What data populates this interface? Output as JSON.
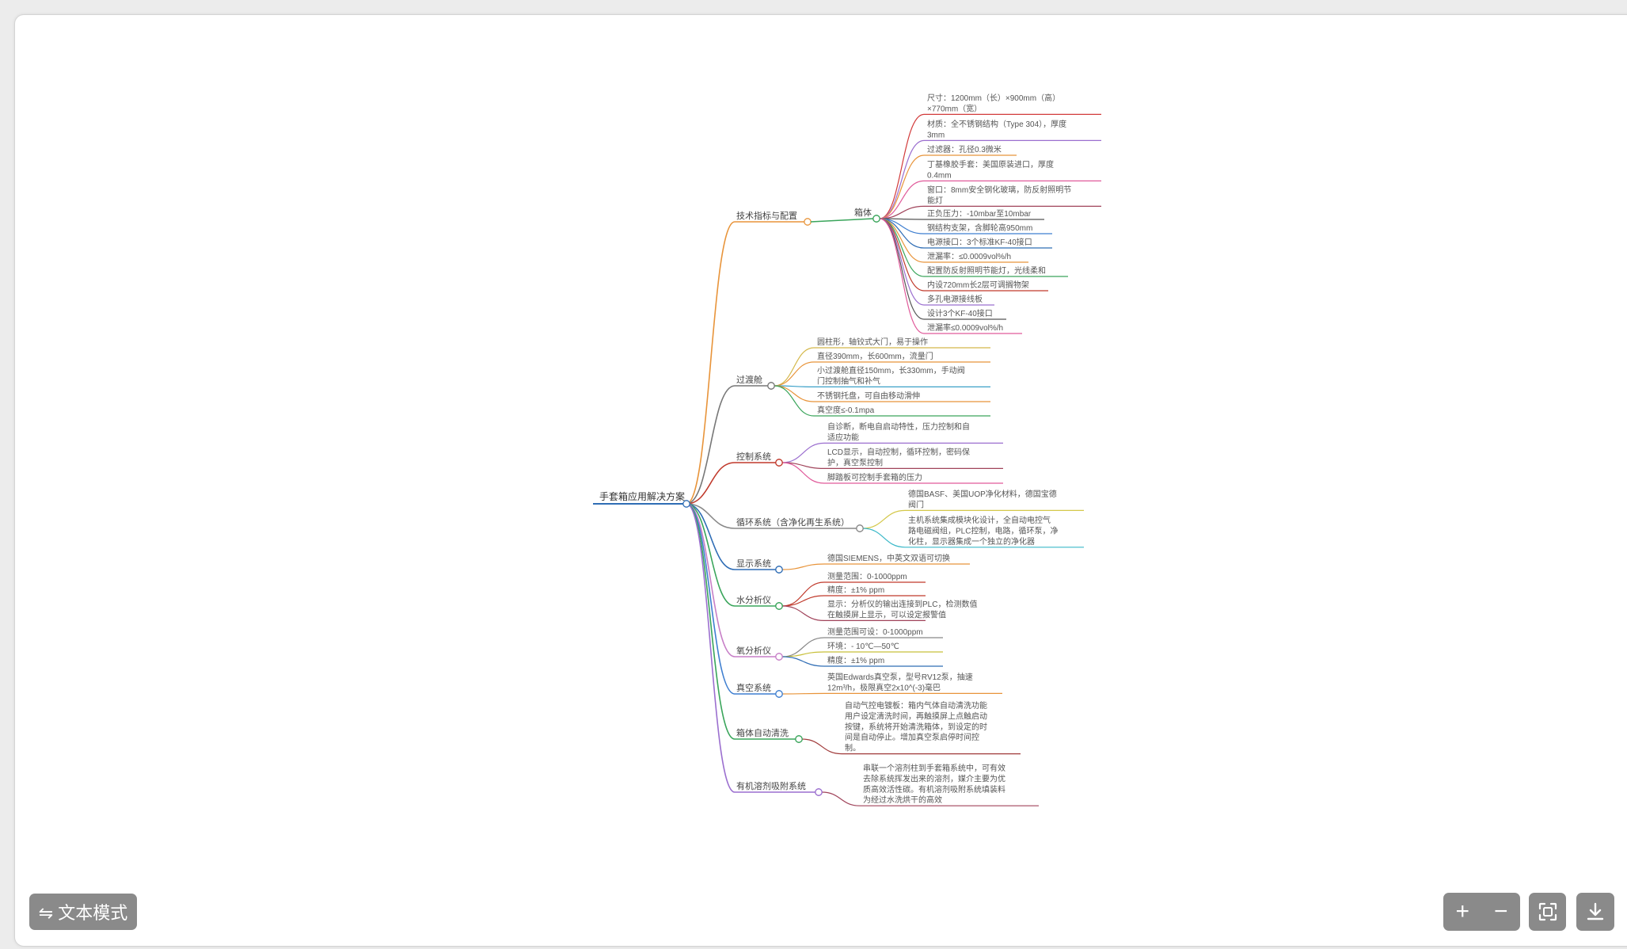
{
  "toolbar": {
    "mode_label": "⇋ 文本模式",
    "zoom_in": "+",
    "zoom_out": "−",
    "fit_icon": "fit-screen-icon",
    "download_icon": "download-icon"
  },
  "mindmap": {
    "root": "手套箱应用解决方案",
    "branches": [
      {
        "label": "技术指标与配置",
        "color": "#e8943a",
        "children": [
          {
            "label": "箱体",
            "color": "#3aa55b",
            "children": [
              {
                "lines": [
                  "尺寸：1200mm（长）×900mm（高）",
                  "×770mm（宽）"
                ],
                "color": "#d23a3a"
              },
              {
                "lines": [
                  "材质：全不锈钢结构（Type 304），厚度",
                  "3mm"
                ],
                "color": "#9b6fcf"
              },
              {
                "lines": [
                  "过滤器：孔径0.3微米"
                ],
                "color": "#e8943a"
              },
              {
                "lines": [
                  "丁基橡胶手套：美国原装进口，厚度",
                  "0.4mm"
                ],
                "color": "#e05a9a"
              },
              {
                "lines": [
                  "窗口：8mm安全钢化玻璃，防反射照明节",
                  "能灯"
                ],
                "color": "#a0435a"
              },
              {
                "lines": [
                  "正负压力：-10mbar至10mbar"
                ],
                "color": "#555555"
              },
              {
                "lines": [
                  "钢结构支架，含脚轮高950mm"
                ],
                "color": "#3f7fd0"
              },
              {
                "lines": [
                  "电源接口：3个标准KF-40接口"
                ],
                "color": "#2f6db5"
              },
              {
                "lines": [
                  "泄漏率：≤0.0009vol%/h"
                ],
                "color": "#e8943a"
              },
              {
                "lines": [
                  "配置防反射照明节能灯，光线柔和"
                ],
                "color": "#3aa55b"
              },
              {
                "lines": [
                  "内设720mm长2层可调搁物架"
                ],
                "color": "#c0392b"
              },
              {
                "lines": [
                  "多孔电源接线板"
                ],
                "color": "#9b6fcf"
              },
              {
                "lines": [
                  "设计3个KF-40接口"
                ],
                "color": "#555555"
              },
              {
                "lines": [
                  "泄漏率≤0.0009vol%/h"
                ],
                "color": "#e05a9a"
              }
            ]
          }
        ]
      },
      {
        "label": "过渡舱",
        "color": "#777777",
        "children": [
          {
            "lines": [
              "圆柱形，轴铰式大门，易于操作"
            ],
            "color": "#d4b84a"
          },
          {
            "lines": [
              "直径390mm，长600mm，流量门"
            ],
            "color": "#e8943a"
          },
          {
            "lines": [
              "小过渡舱直径150mm，长330mm，手动阀",
              "门控制抽气和补气"
            ],
            "color": "#3aa0c8"
          },
          {
            "lines": [
              "不锈钢托盘，可自由移动滑伸"
            ],
            "color": "#e8943a"
          },
          {
            "lines": [
              "真空度≤-0.1mpa"
            ],
            "color": "#3aa55b"
          }
        ]
      },
      {
        "label": "控制系统",
        "color": "#c0392b",
        "children": [
          {
            "lines": [
              "自诊断，断电自启动特性，压力控制和自",
              "适应功能"
            ],
            "color": "#9b6fcf"
          },
          {
            "lines": [
              "LCD显示，自动控制，循环控制，密码保",
              "护，真空泵控制"
            ],
            "color": "#a0435a"
          },
          {
            "lines": [
              "脚踏板可控制手套箱的压力"
            ],
            "color": "#e05a9a"
          }
        ]
      },
      {
        "label": "循环系统（含净化再生系统）",
        "color": "#888888",
        "children": [
          {
            "lines": [
              "德国BASF、美国UOP净化材料，德国宝德",
              "阀门"
            ],
            "color": "#d4c84a"
          },
          {
            "lines": [
              "主机系统集成模块化设计，全自动电控气",
              "路电磁阀组，PLC控制，电路，循环泵，净",
              "化柱，显示器集成一个独立的净化器"
            ],
            "color": "#3ab8c8"
          }
        ]
      },
      {
        "label": "显示系统",
        "color": "#2f6db5",
        "children": [
          {
            "lines": [
              "德国SIEMENS，中英文双语可切换"
            ],
            "color": "#e8943a"
          }
        ]
      },
      {
        "label": "水分析仪",
        "color": "#3aa55b",
        "children": [
          {
            "lines": [
              "测量范围：0-1000ppm"
            ],
            "color": "#c0392b"
          },
          {
            "lines": [
              "精度：±1% ppm"
            ],
            "color": "#c0392b"
          },
          {
            "lines": [
              "显示：分析仪的输出连接到PLC，检测数值",
              "在触摸屏上显示，可以设定报警值"
            ],
            "color": "#a0435a"
          }
        ]
      },
      {
        "label": "氧分析仪",
        "color": "#c77fc7",
        "children": [
          {
            "lines": [
              "测量范围可设：0-1000ppm"
            ],
            "color": "#888888"
          },
          {
            "lines": [
              "环境：- 10℃—50℃"
            ],
            "color": "#c8c03a"
          },
          {
            "lines": [
              "精度：±1% ppm"
            ],
            "color": "#2f6db5"
          }
        ]
      },
      {
        "label": "真空系统",
        "color": "#3f7fd0",
        "children": [
          {
            "lines": [
              "英国Edwards真空泵，型号RV12泵，抽速",
              "12m³/h，极限真空2x10^(-3)毫巴"
            ],
            "color": "#e8943a"
          }
        ]
      },
      {
        "label": "箱体自动清洗",
        "color": "#3aa55b",
        "children": [
          {
            "lines": [
              "自动气控电镀板：箱内气体自动清洗功能",
              "用户设定清洗时间，再触摸屏上点触启动",
              "按键，系统将开始清洗箱体，到设定的时",
              "间是自动停止。增加真空泵启停时间控",
              "制。"
            ],
            "color": "#a03a3a"
          }
        ]
      },
      {
        "label": "有机溶剂吸附系统",
        "color": "#9b6fcf",
        "children": [
          {
            "lines": [
              "串联一个溶剂柱到手套箱系统中，可有效",
              "去除系统挥发出来的溶剂，媒介主要为优",
              "质高效活性碳。有机溶剂吸附系统填装料",
              "为经过水洗烘干的高效"
            ],
            "color": "#a0435a"
          }
        ]
      }
    ]
  }
}
